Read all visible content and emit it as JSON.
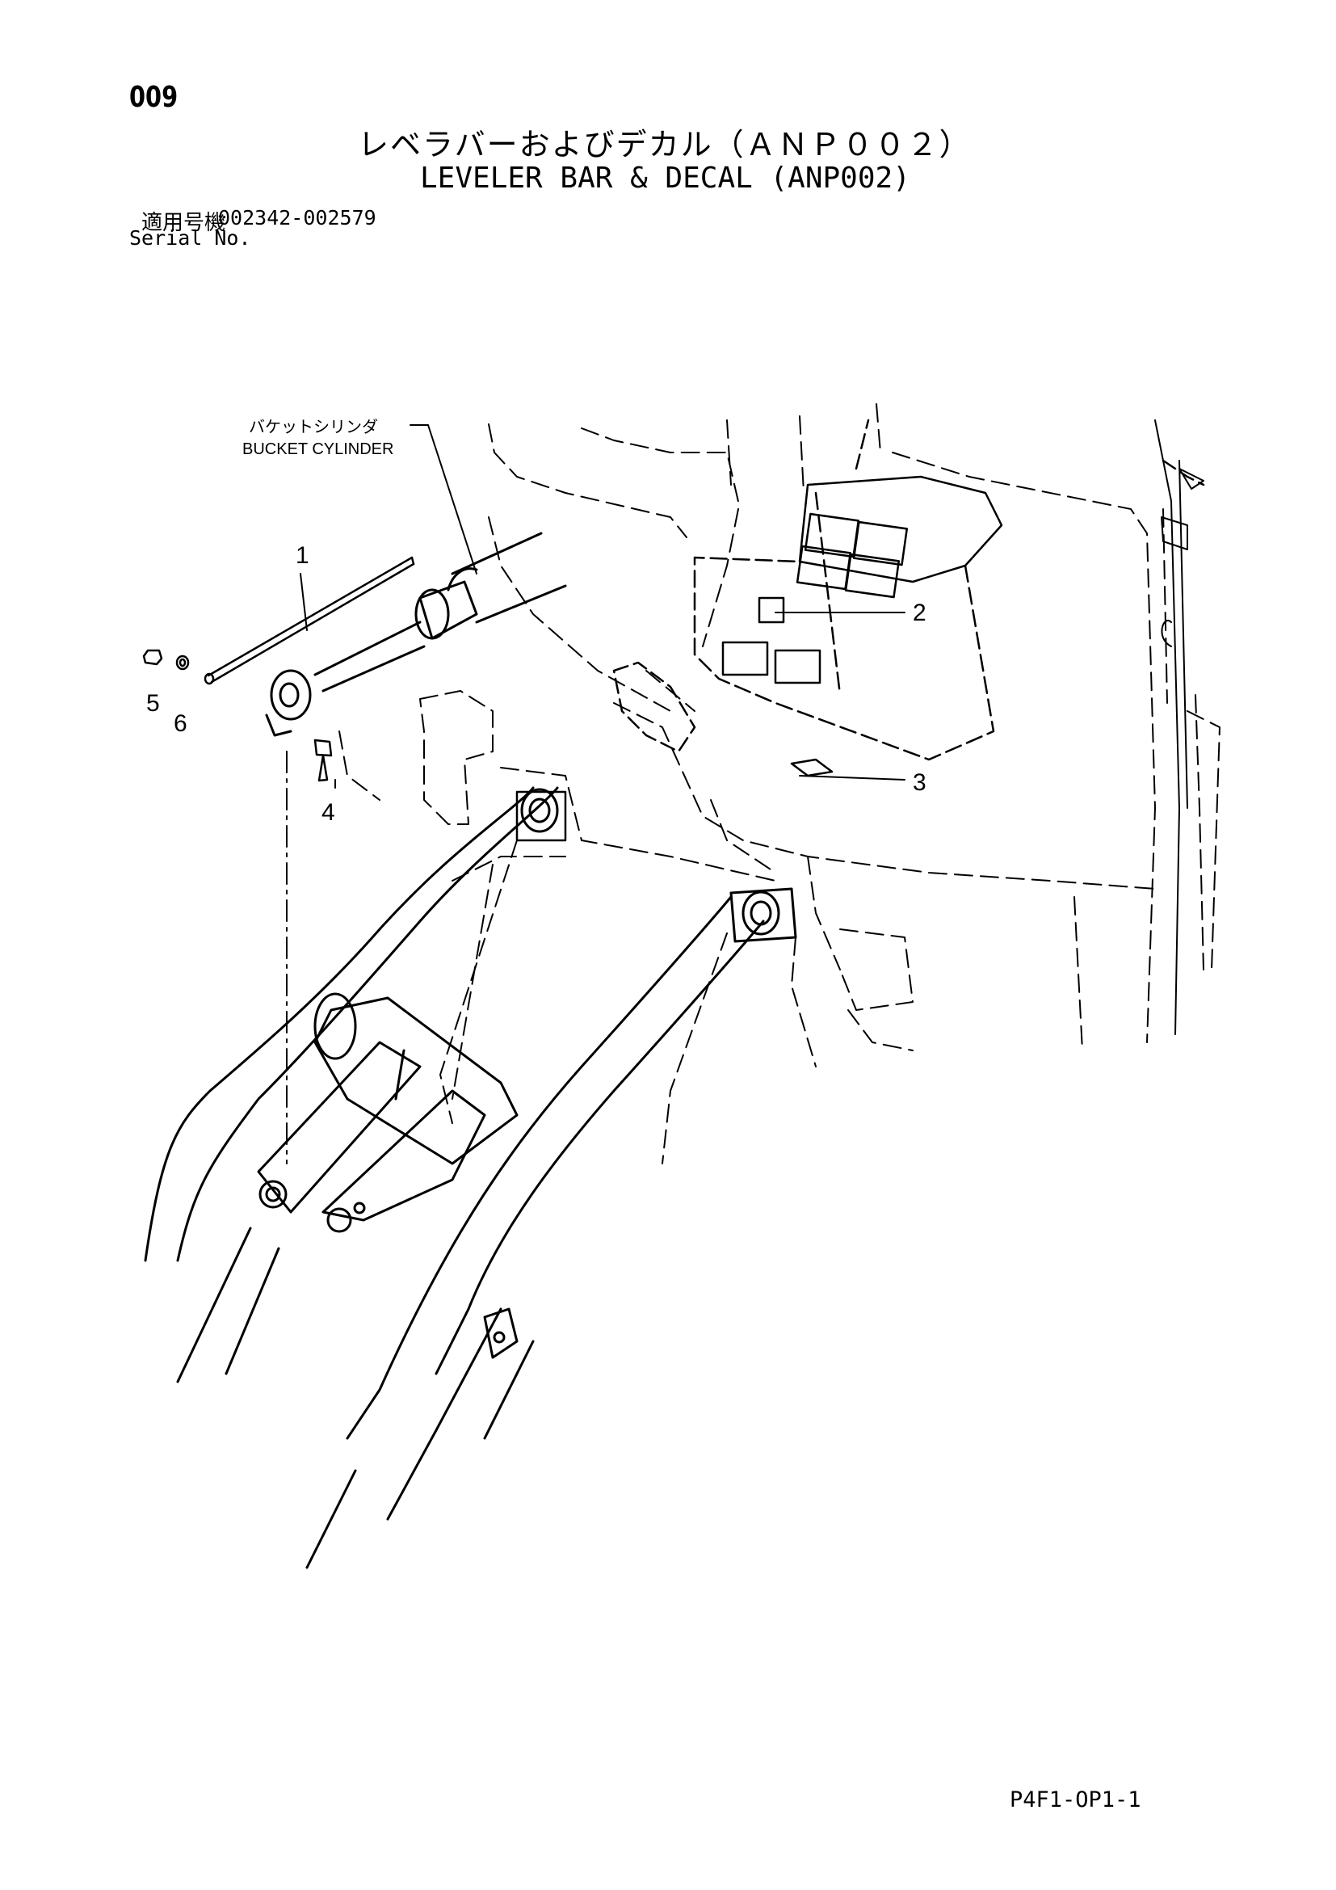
{
  "header": {
    "page_number": "009",
    "title_ja": "レベラバーおよびデカル（ＡＮＰ００２）",
    "title_en": "LEVELER BAR & DECAL (ANP002)",
    "serial_label_ja": "適用号機",
    "serial_range": "002342-002579",
    "serial_label_en": "Serial No."
  },
  "diagram": {
    "callout_ja": "バケットシリンダ",
    "callout_en": "BUCKET CYLINDER",
    "part_numbers": [
      "1",
      "2",
      "3",
      "4",
      "5",
      "6"
    ]
  },
  "footer": {
    "page_code": "P4F1-OP1-1"
  }
}
